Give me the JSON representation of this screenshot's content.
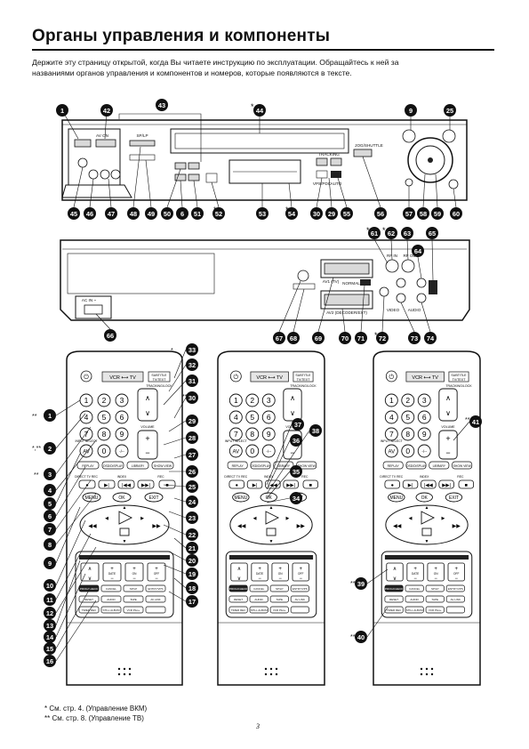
{
  "page": {
    "title": "Органы управления и компоненты",
    "intro_line1": "Держите эту страницу открытой, когда Вы читаете инструкцию по эксплуатации. Обращайтесь к ней за",
    "intro_line2": "названиями органов управления и компонентов и номеров, которые появляются в тексте.",
    "footnote1": "*  См. стр. 4. (Управление ВКМ)",
    "footnote2": "** См. стр. 8. (Управление ТВ)",
    "page_number": "3"
  },
  "front_panel": {
    "top_numbers": [
      "1",
      "42",
      "43",
      "44",
      "9",
      "25"
    ],
    "bottom_numbers": [
      "45",
      "46",
      "47",
      "48",
      "49",
      "50",
      "6",
      "51",
      "52",
      "53",
      "54",
      "30",
      "29",
      "55",
      "56",
      "57",
      "58",
      "59",
      "60"
    ],
    "labels": {
      "sp_lp": "SP/LP",
      "av_on": "AV ON",
      "tracking": "TRACKING",
      "shuttle": "SHUTTLE",
      "job_shuttle": "JOG/SHUTTLE",
      "vps": "VPS/PDC",
      "auto": "AUTO"
    }
  },
  "rear_panel": {
    "top_numbers": [
      "61",
      "62",
      "63",
      "64",
      "65"
    ],
    "bottom_numbers": [
      "66",
      "67",
      "68",
      "69",
      "70",
      "71",
      "72",
      "73",
      "74"
    ],
    "labels": {
      "ac_in": "AC IN ~",
      "rf_in": "RF IN",
      "rf_out": "RF OUT",
      "av1": "AV1 (TV)",
      "av2": "AV2 (DECODER/EXT)",
      "normal": "NORMAL",
      "video": "VIDEO",
      "audio": "AUDIO"
    }
  },
  "remote": {
    "vcr_tv": "VCR ⟷ TV",
    "subtitle": "SUBTITLE TV/TEXT",
    "tracking_lock": "TRACKING/LOCK",
    "volume": "VOLUME",
    "input_select": "INPUT SELECT",
    "av": "AV",
    "replay": "REPLAY",
    "osd_display": "OSD/DISPLAY",
    "library": "LIBRARY",
    "show_view": "SHOW VIEW",
    "direct_tv_rec": "DIRECT TV REC",
    "index": "INDEX",
    "rec": "REC",
    "menu": "MENU",
    "ok": "OK",
    "exit": "EXIT",
    "date": "DATE",
    "on": "ON",
    "off": "OFF",
    "prog_check": "PROG/CHECK",
    "cancel": "CANCEL",
    "speed": "SP/LP",
    "entry": "ENTRY/VPS",
    "reset": "RESET",
    "audio": "AUDIO",
    "tape": "TAPE",
    "av_link": "AV LINK",
    "timer_rec": "TIMER REC",
    "still_album": "STILL ALBUM",
    "vcr_plus": "VCR Plus+",
    "digits": [
      "1",
      "2",
      "3",
      "4",
      "5",
      "6",
      "7",
      "8",
      "9",
      "0",
      "-/--"
    ],
    "left_callouts": [
      "1",
      "2",
      "3",
      "4",
      "5",
      "6",
      "7",
      "8",
      "9",
      "10",
      "11",
      "12",
      "13",
      "14",
      "15",
      "16"
    ],
    "right_callouts": [
      "33",
      "32",
      "31",
      "30",
      "29",
      "28",
      "27",
      "26",
      "25",
      "24",
      "23",
      "22",
      "21",
      "20",
      "19",
      "18",
      "17"
    ],
    "middle_callouts": [
      "37",
      "36",
      "38",
      "35",
      "34"
    ],
    "third_callouts": [
      "41",
      "39",
      "40"
    ]
  }
}
